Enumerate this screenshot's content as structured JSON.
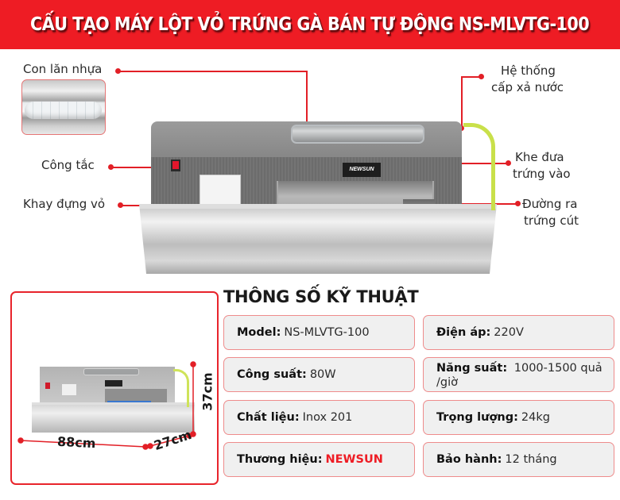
{
  "banner": {
    "title": "CẤU TẠO MÁY LỘT VỎ TRỨNG GÀ BÁN TỰ ĐỘNG NS-MLVTG-100",
    "background_color": "#ee1c24"
  },
  "callouts": {
    "roller": "Con lăn nhựa",
    "switch": "Công tắc",
    "shell_tray": "Khay đựng vỏ",
    "water_system_line1": "Hệ thống",
    "water_system_line2": "cấp xả nước",
    "feed_slot_line1": "Khe đưa",
    "feed_slot_line2": "trứng vào",
    "exit_line1": "Đường ra",
    "exit_line2": "trứng cút",
    "line_color": "#e21f26"
  },
  "machine": {
    "logo_text": "NEWSUN"
  },
  "dimensions": {
    "width": "88cm",
    "depth": "27cm",
    "height": "37cm"
  },
  "specs": {
    "title": "THÔNG SỐ KỸ THUẬT",
    "items": [
      {
        "label": "Model:",
        "value": "NS-MLVTG-100"
      },
      {
        "label": "Điện áp:",
        "value": "220V"
      },
      {
        "label": "Công suất:",
        "value": "80W"
      },
      {
        "label": "Năng suất:",
        "value": "1000-1500 quả /giờ"
      },
      {
        "label": "Chất liệu:",
        "value": "Inox 201"
      },
      {
        "label": "Trọng lượng:",
        "value": "24kg"
      },
      {
        "label": "Thương hiệu:",
        "value": "NEWSUN"
      },
      {
        "label": "Bảo hành:",
        "value": "12 tháng"
      }
    ],
    "brand_color": "#ee1c24",
    "box_border_color": "#ee8c8c",
    "box_background": "#f0f0f0"
  }
}
